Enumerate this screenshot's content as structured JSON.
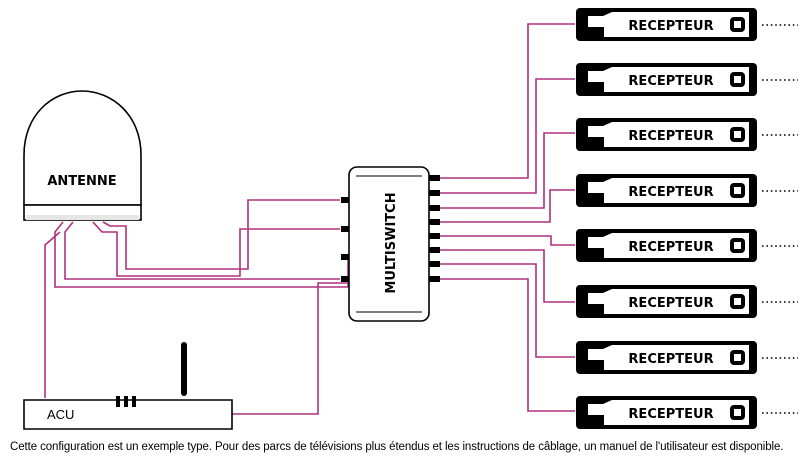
{
  "antenna": {
    "label": "ANTENNE"
  },
  "multiswitch": {
    "label": "MULTISWITCH"
  },
  "acu": {
    "label": "ACU"
  },
  "receivers": [
    {
      "label": "RECEPTEUR"
    },
    {
      "label": "RECEPTEUR"
    },
    {
      "label": "RECEPTEUR"
    },
    {
      "label": "RECEPTEUR"
    },
    {
      "label": "RECEPTEUR"
    },
    {
      "label": "RECEPTEUR"
    },
    {
      "label": "RECEPTEUR"
    },
    {
      "label": "RECEPTEUR"
    }
  ],
  "caption": "Cette configuration est un exemple type. Pour des parcs de télévisions plus étendus et les instructions de câblage, un manuel de l'utilisateur est disponible.",
  "colors": {
    "cable": "#b0307e",
    "outline": "#000000",
    "background": "#ffffff"
  }
}
